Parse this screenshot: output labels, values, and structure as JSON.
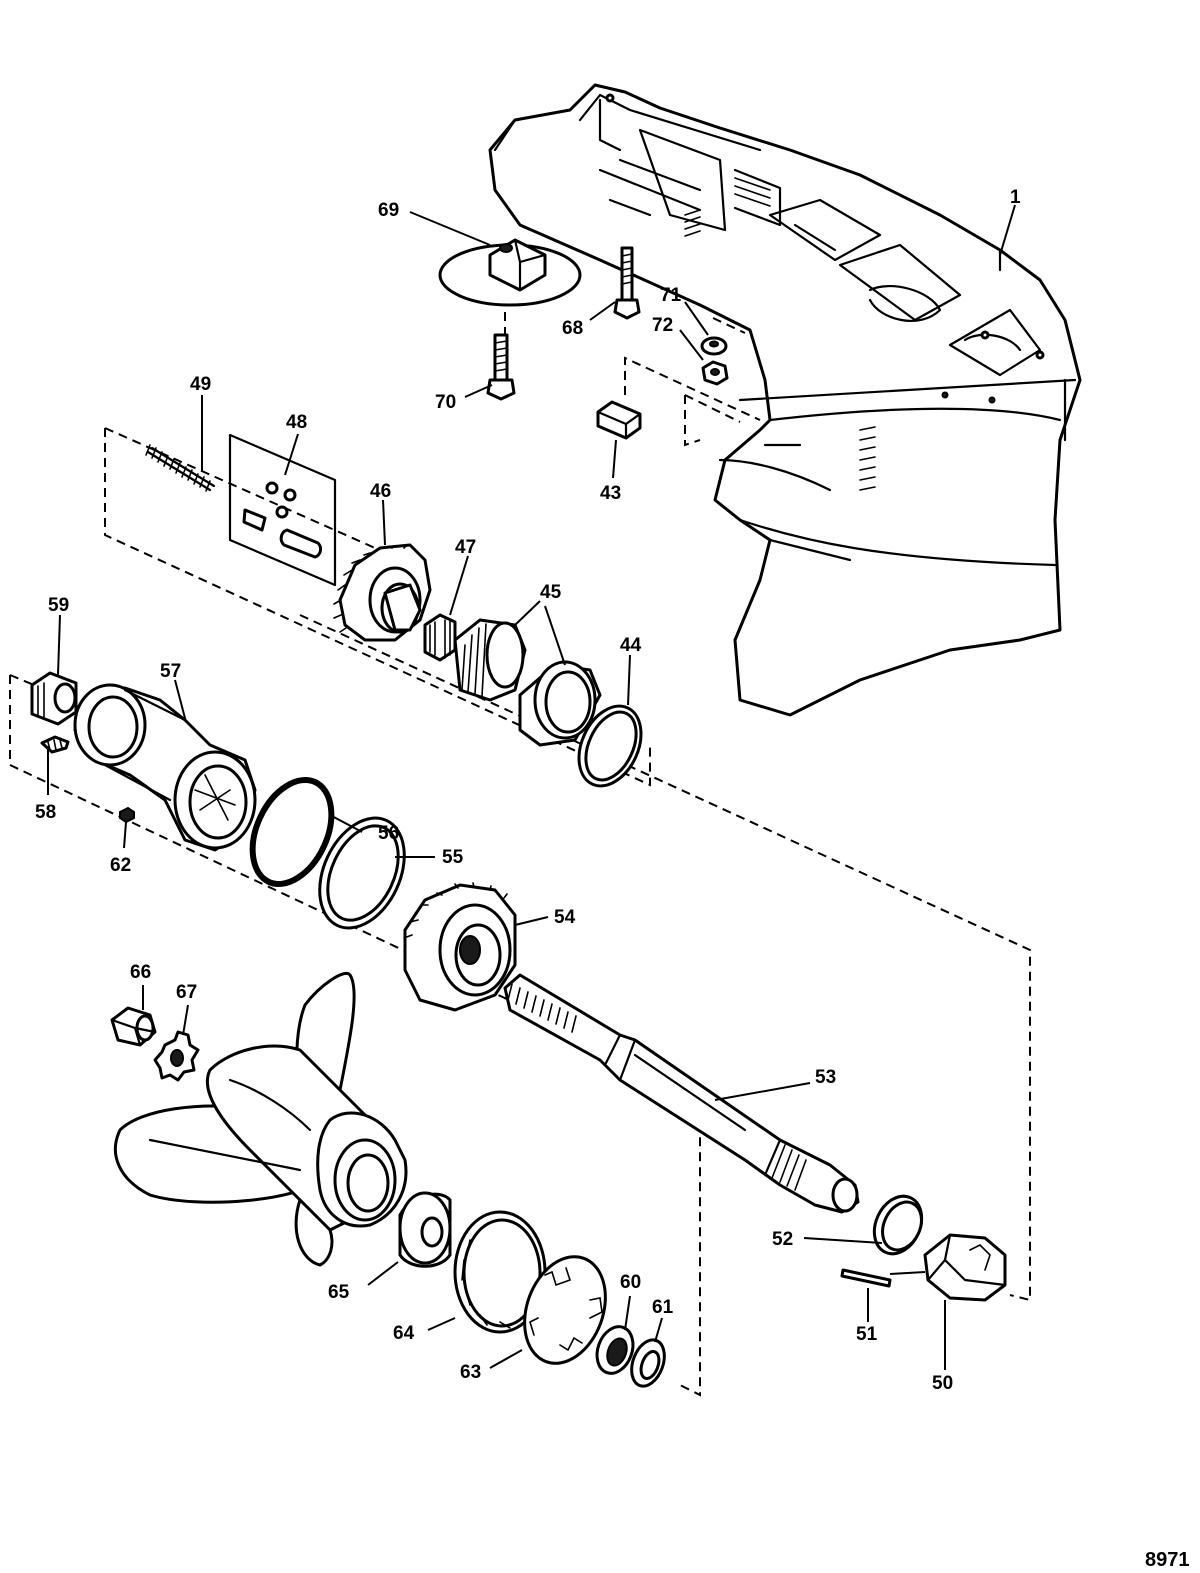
{
  "callouts": [
    {
      "id": "c1",
      "label": "1"
    },
    {
      "id": "c69",
      "label": "69"
    },
    {
      "id": "c68",
      "label": "68"
    },
    {
      "id": "c71",
      "label": "71"
    },
    {
      "id": "c72",
      "label": "72"
    },
    {
      "id": "c70",
      "label": "70"
    },
    {
      "id": "c49",
      "label": "49"
    },
    {
      "id": "c48",
      "label": "48"
    },
    {
      "id": "c46",
      "label": "46"
    },
    {
      "id": "c47",
      "label": "47"
    },
    {
      "id": "c45",
      "label": "45"
    },
    {
      "id": "c44",
      "label": "44"
    },
    {
      "id": "c43",
      "label": "43"
    },
    {
      "id": "c59",
      "label": "59"
    },
    {
      "id": "c57",
      "label": "57"
    },
    {
      "id": "c58",
      "label": "58"
    },
    {
      "id": "c62",
      "label": "62"
    },
    {
      "id": "c56",
      "label": "56"
    },
    {
      "id": "c55",
      "label": "55"
    },
    {
      "id": "c54",
      "label": "54"
    },
    {
      "id": "c66",
      "label": "66"
    },
    {
      "id": "c67",
      "label": "67"
    },
    {
      "id": "c53",
      "label": "53"
    },
    {
      "id": "c52",
      "label": "52"
    },
    {
      "id": "c65",
      "label": "65"
    },
    {
      "id": "c64",
      "label": "64"
    },
    {
      "id": "c63",
      "label": "63"
    },
    {
      "id": "c60",
      "label": "60"
    },
    {
      "id": "c61",
      "label": "61"
    },
    {
      "id": "c51",
      "label": "51"
    },
    {
      "id": "c50",
      "label": "50"
    }
  ],
  "drawing_number": "8971"
}
